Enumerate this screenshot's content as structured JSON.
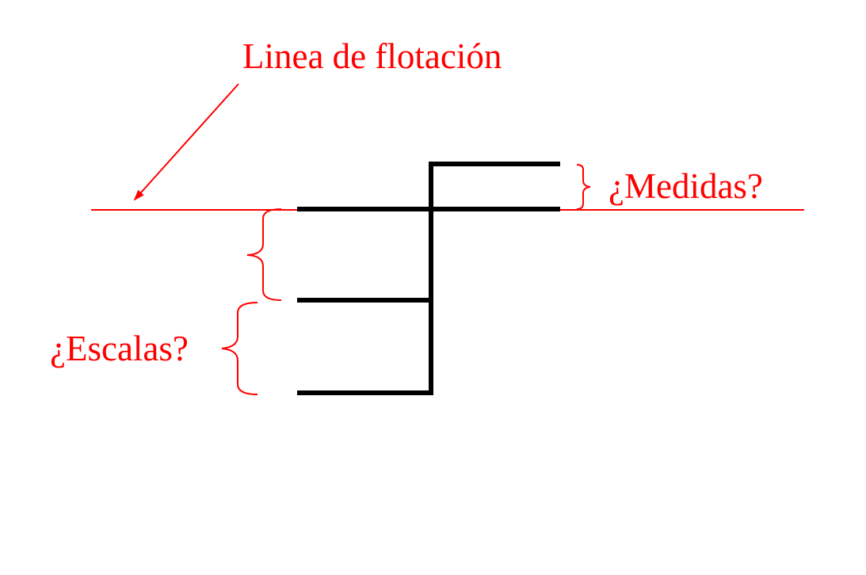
{
  "labels": {
    "waterline": "Linea de flotación",
    "measures": "¿Medidas?",
    "scales": "¿Escalas?"
  },
  "colors": {
    "annotation": "#ff0000",
    "structure": "#000000",
    "background": "#ffffff"
  }
}
